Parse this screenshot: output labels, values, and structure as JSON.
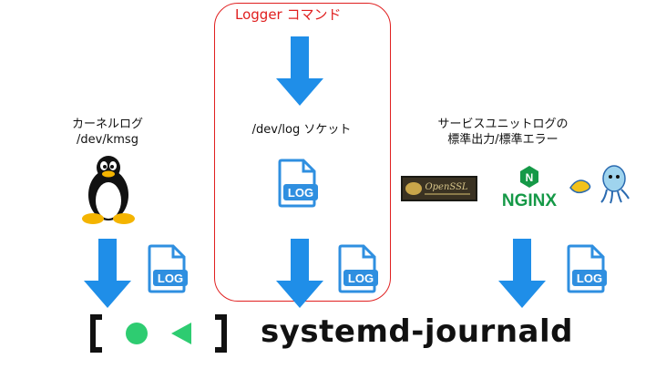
{
  "logger": {
    "title": "Logger コマンド",
    "socket_label": "/dev/log ソケット"
  },
  "kernel": {
    "line1": "カーネルログ",
    "line2": "/dev/kmsg"
  },
  "services": {
    "line1": "サービスユニットログの",
    "line2": "標準出力/標準エラー",
    "logos": {
      "openssl": "OpenSSL",
      "nginx": "NGINX"
    }
  },
  "log_icon_text": "LOG",
  "footer": {
    "name": "systemd-journald"
  },
  "colors": {
    "arrow": "#1f8ee8",
    "file_icon": "#2f8fe0",
    "box_border": "#e02020",
    "dot": "#2ecc71"
  }
}
